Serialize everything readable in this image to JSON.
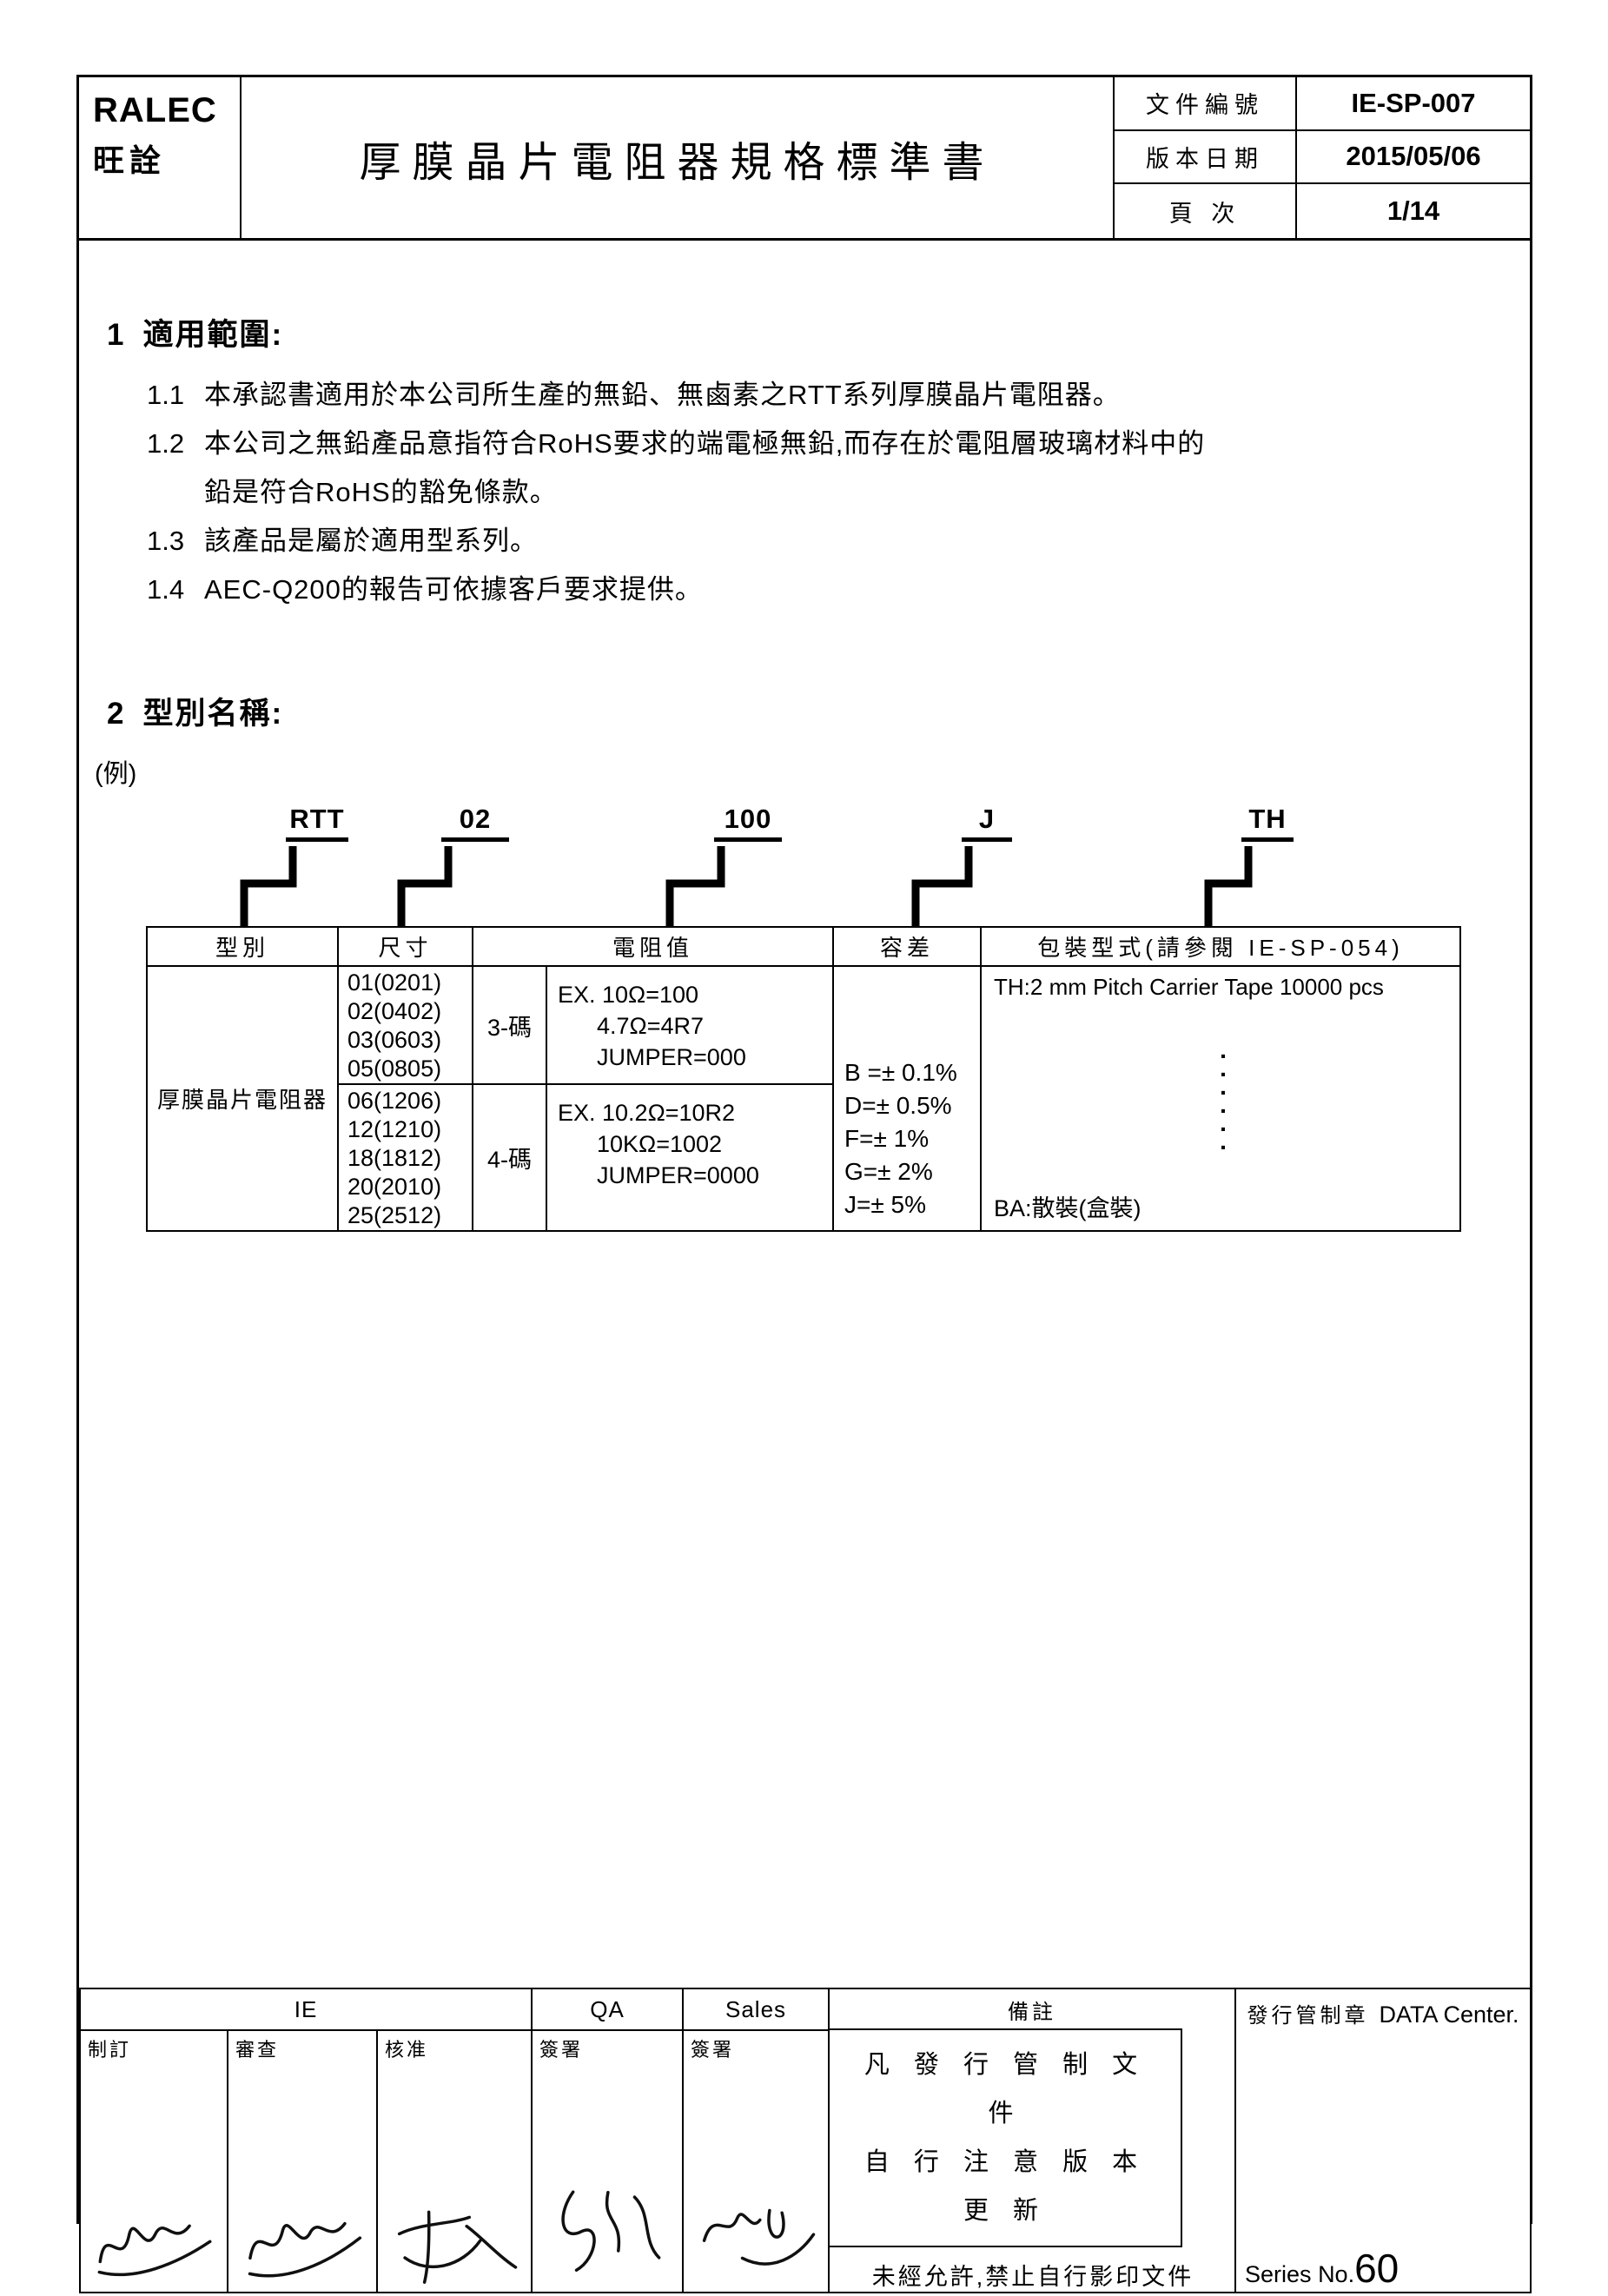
{
  "header": {
    "company_en": "RALEC",
    "company_cn": "旺詮",
    "doc_title": "厚膜晶片電阻器規格標準書",
    "fields": [
      {
        "label": "文件編號",
        "value": "IE-SP-007"
      },
      {
        "label": "版本日期",
        "value": "2015/05/06"
      },
      {
        "label": "頁  次",
        "value": "1/14"
      }
    ]
  },
  "scope": {
    "number": "1",
    "title": "適用範圍:",
    "items": [
      {
        "num": "1.1",
        "lines": [
          "本承認書適用於本公司所生產的無鉛、無鹵素之RTT系列厚膜晶片電阻器。"
        ]
      },
      {
        "num": "1.2",
        "lines": [
          "本公司之無鉛產品意指符合RoHS要求的端電極無鉛,而存在於電阻層玻璃材料中的",
          "鉛是符合RoHS的豁免條款。"
        ]
      },
      {
        "num": "1.3",
        "lines": [
          "該產品是屬於適用型系列。"
        ]
      },
      {
        "num": "1.4",
        "lines": [
          "AEC-Q200的報告可依據客戶要求提供。"
        ]
      }
    ]
  },
  "model": {
    "number": "2",
    "title": "型別名稱:",
    "example_label": "(例)",
    "code_parts": [
      "RTT",
      "02",
      "100",
      "J",
      "TH"
    ],
    "table": {
      "headers": {
        "type": "型別",
        "size": "尺寸",
        "resistance": "電阻值",
        "tolerance": "容差",
        "packing": "包裝型式(請參閱 IE-SP-054)"
      },
      "type_value": "厚膜晶片電阻器",
      "sizes_top": [
        "01(0201)",
        "02(0402)",
        "03(0603)",
        "05(0805)"
      ],
      "sizes_bottom": [
        "06(1206)",
        "12(1210)",
        "18(1812)",
        "20(2010)",
        "25(2512)"
      ],
      "res3_label": "3-碼",
      "res3_lines": [
        "EX. 10Ω=100",
        "      4.7Ω=4R7",
        "      JUMPER=000"
      ],
      "res4_label": "4-碼",
      "res4_lines": [
        "EX. 10.2Ω=10R2",
        "      10KΩ=1002",
        "      JUMPER=0000"
      ],
      "tolerance_lines": [
        "B =± 0.1%",
        "D=± 0.5%",
        "F=± 1%",
        "G=± 2%",
        "J=± 5%"
      ],
      "packing_top": "TH:2 mm Pitch Carrier Tape 10000 pcs",
      "packing_dots": [
        ".",
        ".",
        ".",
        ".",
        ".",
        "."
      ],
      "packing_bottom": "BA:散裝(盒裝)"
    }
  },
  "footer": {
    "ie_label": "IE",
    "qa_label": "QA",
    "sales_label": "Sales",
    "remark_label": "備註",
    "sig_labels": [
      "制訂",
      "審查",
      "核准",
      "簽署",
      "簽署"
    ],
    "notice_lines": [
      "凡 發 行 管 制 文 件",
      "自 行 注 意 版 本 更 新"
    ],
    "no_copy": "未經允許,禁止自行影印文件",
    "stamp_label": "發行管制章",
    "stamp_value": "DATA Center.",
    "series_label": "Series No.",
    "series_value": "60"
  }
}
